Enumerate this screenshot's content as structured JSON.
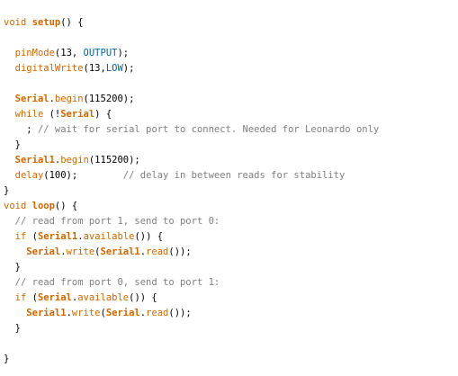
{
  "editor": {
    "lines": [
      [
        {
          "t": "void",
          "c": "#cc6600"
        },
        {
          "t": " "
        },
        {
          "t": "setup",
          "c": "#cc6600",
          "b": true
        },
        {
          "t": "() {"
        }
      ],
      [],
      [
        {
          "t": "  "
        },
        {
          "t": "pinMode",
          "c": "#cc6600"
        },
        {
          "t": "(13, "
        },
        {
          "t": "OUTPUT",
          "c": "#006699"
        },
        {
          "t": ");"
        }
      ],
      [
        {
          "t": "  "
        },
        {
          "t": "digitalWrite",
          "c": "#cc6600"
        },
        {
          "t": "(13,"
        },
        {
          "t": "LOW",
          "c": "#006699"
        },
        {
          "t": ");"
        }
      ],
      [],
      [
        {
          "t": "  "
        },
        {
          "t": "Serial",
          "c": "#cc6600",
          "b": true
        },
        {
          "t": "."
        },
        {
          "t": "begin",
          "c": "#cc6600"
        },
        {
          "t": "(115200);"
        }
      ],
      [
        {
          "t": "  "
        },
        {
          "t": "while",
          "c": "#cc6600"
        },
        {
          "t": " (!"
        },
        {
          "t": "Serial",
          "c": "#cc6600",
          "b": true
        },
        {
          "t": ") {"
        }
      ],
      [
        {
          "t": "    ; "
        },
        {
          "t": "// wait for serial port to connect. Needed for Leonardo only",
          "c": "#7e7e7e"
        }
      ],
      [
        {
          "t": "  }"
        }
      ],
      [
        {
          "t": "  "
        },
        {
          "t": "Serial1",
          "c": "#cc6600",
          "b": true
        },
        {
          "t": "."
        },
        {
          "t": "begin",
          "c": "#cc6600"
        },
        {
          "t": "(115200);"
        }
      ],
      [
        {
          "t": "  "
        },
        {
          "t": "delay",
          "c": "#cc6600"
        },
        {
          "t": "(100);        "
        },
        {
          "t": "// delay in between reads for stability",
          "c": "#7e7e7e"
        }
      ],
      [
        {
          "t": "}"
        }
      ],
      [
        {
          "t": "void",
          "c": "#cc6600"
        },
        {
          "t": " "
        },
        {
          "t": "loop",
          "c": "#cc6600",
          "b": true
        },
        {
          "t": "() {"
        }
      ],
      [
        {
          "t": "  "
        },
        {
          "t": "// read from port 1, send to port 0:",
          "c": "#7e7e7e"
        }
      ],
      [
        {
          "t": "  "
        },
        {
          "t": "if",
          "c": "#cc6600"
        },
        {
          "t": " ("
        },
        {
          "t": "Serial1",
          "c": "#cc6600",
          "b": true
        },
        {
          "t": "."
        },
        {
          "t": "available",
          "c": "#cc6600"
        },
        {
          "t": "()) {"
        }
      ],
      [
        {
          "t": "    "
        },
        {
          "t": "Serial",
          "c": "#cc6600",
          "b": true
        },
        {
          "t": "."
        },
        {
          "t": "write",
          "c": "#cc6600"
        },
        {
          "t": "("
        },
        {
          "t": "Serial1",
          "c": "#cc6600",
          "b": true
        },
        {
          "t": "."
        },
        {
          "t": "read",
          "c": "#cc6600"
        },
        {
          "t": "());"
        }
      ],
      [
        {
          "t": "  }"
        }
      ],
      [
        {
          "t": "  "
        },
        {
          "t": "// read from port 0, send to port 1:",
          "c": "#7e7e7e"
        }
      ],
      [
        {
          "t": "  "
        },
        {
          "t": "if",
          "c": "#cc6600"
        },
        {
          "t": " ("
        },
        {
          "t": "Serial",
          "c": "#cc6600",
          "b": true
        },
        {
          "t": "."
        },
        {
          "t": "available",
          "c": "#cc6600"
        },
        {
          "t": "()) {"
        }
      ],
      [
        {
          "t": "    "
        },
        {
          "t": "Serial1",
          "c": "#cc6600",
          "b": true
        },
        {
          "t": "."
        },
        {
          "t": "write",
          "c": "#cc6600"
        },
        {
          "t": "("
        },
        {
          "t": "Serial",
          "c": "#cc6600",
          "b": true
        },
        {
          "t": "."
        },
        {
          "t": "read",
          "c": "#cc6600"
        },
        {
          "t": "());"
        }
      ],
      [
        {
          "t": "  }"
        }
      ],
      [],
      [
        {
          "t": "}"
        }
      ]
    ]
  }
}
